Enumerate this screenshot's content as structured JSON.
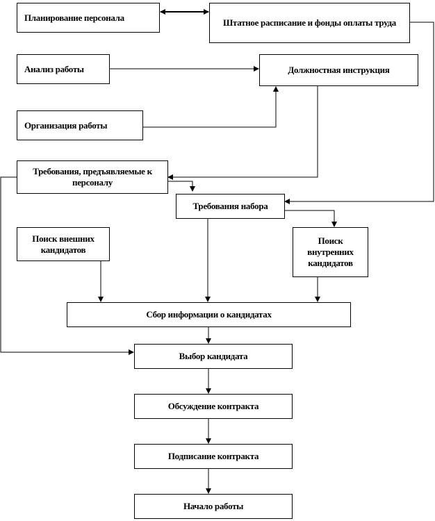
{
  "nodes": {
    "planning": "Планирование персонала",
    "staffing": "Штатное расписание и фонды оплаты труда",
    "job_analysis": "Анализ работы",
    "job_description": "Должностная инструкция",
    "work_organization": "Организация работы",
    "personnel_requirements": "Требования, предъявляемые к персоналу",
    "recruitment_requirements": "Требования набора",
    "external_search": "Поиск внешних кандидатов",
    "internal_search": "Поиск внутренних кандидатов",
    "info_collection": "Сбор информации о кандидатах",
    "candidate_selection": "Выбор кандидата",
    "contract_discussion": "Обсуждение контракта",
    "contract_signing": "Подписание контракта",
    "start_work": "Начало работы"
  }
}
